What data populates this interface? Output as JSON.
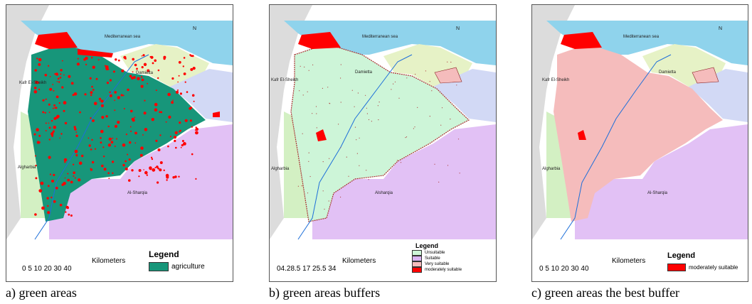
{
  "colors": {
    "sea": "#8fd3ec",
    "land_grey": "#dcdcdc",
    "agriculture": "#17967a",
    "damietta": "#e6f2c6",
    "east": "#d2d9f5",
    "sharqia": "#e2c1f5",
    "unsuitable": "#cdf5d8",
    "suitable_pink": "#f5bcbc",
    "moderately": "#ff0000",
    "west_green": "#d3f0c3"
  },
  "place_labels": {
    "sea": "Mediterranean sea",
    "damietta": "Damietta",
    "kafr": "Kafr El-Sheikh",
    "sharqia_a": "Al-Sharqia",
    "sharqia_b": "Alsharqia",
    "gharbia_a": "Algharbia",
    "gharbia_b": "Algharbia",
    "gharbia_c": "Algharbia"
  },
  "north_arrow": "N",
  "scale": {
    "unit": "Kilometers",
    "ticks_a": "0  5 10       20    30     40",
    "ticks_b": "04.28.5    17   25.5   34",
    "ticks_c": "0  5 10       20    30     40"
  },
  "panels": [
    {
      "caption": "a) green areas",
      "legend_title": "Legend",
      "legend": [
        {
          "label": "agriculture",
          "color": "#17967a"
        }
      ]
    },
    {
      "caption": "b) green areas buffers",
      "legend_title": "Legend",
      "legend": [
        {
          "label": "Unsuitable",
          "color": "#cdf5d8"
        },
        {
          "label": "Suitable",
          "color": "#d9b3f2"
        },
        {
          "label": "Very suitable",
          "color": "#f5bcbc"
        },
        {
          "label": "moderately suitable",
          "color": "#ff0000"
        }
      ]
    },
    {
      "caption": "c) green areas the best buffer",
      "legend_title": "Legend",
      "legend": [
        {
          "label": "moderately suitable",
          "color": "#ff0000"
        }
      ]
    }
  ]
}
